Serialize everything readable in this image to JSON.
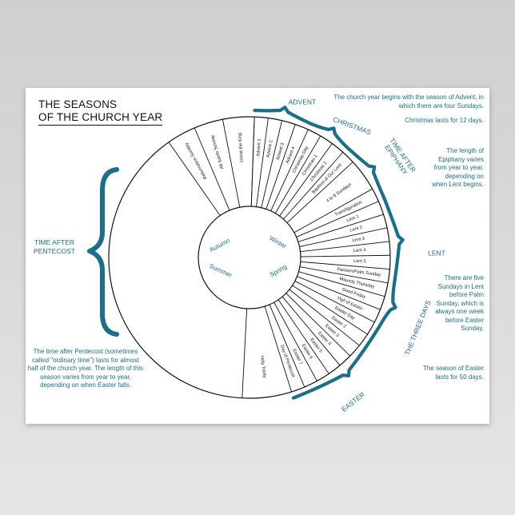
{
  "title": {
    "line1": "THE SEASONS",
    "line2": "OF THE CHURCH YEAR"
  },
  "quarters": [
    "Autumn",
    "Winter",
    "Summer",
    "Spring"
  ],
  "segments": [
    "Advent 1",
    "Advent 2",
    "Advent 3",
    "Advent 4",
    "Christmas Day",
    "Christmas 1",
    "Christmas 2",
    "Baptism of Our Lord",
    "4 to 8 Sundays",
    "Transfiguration",
    "Lent 1",
    "Lent 2",
    "Lent 3",
    "Lent 4",
    "Lent 5",
    "Passion/Palm Sunday",
    "Maundy Thursday",
    "Good Friday",
    "Vigil of Easter",
    "Easter Day",
    "Easter 2",
    "Easter 3",
    "Easter 4",
    "Easter 5",
    "Easter 6",
    "Easter 7",
    "Day of Pentecost",
    "Holy Trinity",
    "Reformation Sunday",
    "All Saints Sunday",
    "Christ the King"
  ],
  "season_labels": {
    "advent": "ADVENT",
    "christmas": "CHRISTMAS",
    "epiphany": "TIME AFTER EPIPHANY",
    "lent": "LENT",
    "three_days": "THE THREE DAYS",
    "easter": "EASTER",
    "pentecost": "TIME AFTER PENTECOST"
  },
  "notes": {
    "advent": "The church year begins with the season of Advent, in which there are four Sundays.",
    "christmas": "Christmas lasts for 12 days.",
    "epiphany": "The length of Epiphany varies from year to year, depending on when Lent begins.",
    "lent": "There are five Sundays in Lent before Palm Sunday, which is always one week before Easter Sunday.",
    "easter": "The season of Easter lasts for 50 days.",
    "pentecost": "The time after Pentecost (sometimes called \"ordinary time\") lasts for almost half of the church year. The length of this season varies from year to year, depending on when Easter falls."
  },
  "colors": {
    "accent": "#1a6f8a",
    "ink": "#111111",
    "paper": "#ffffff"
  }
}
